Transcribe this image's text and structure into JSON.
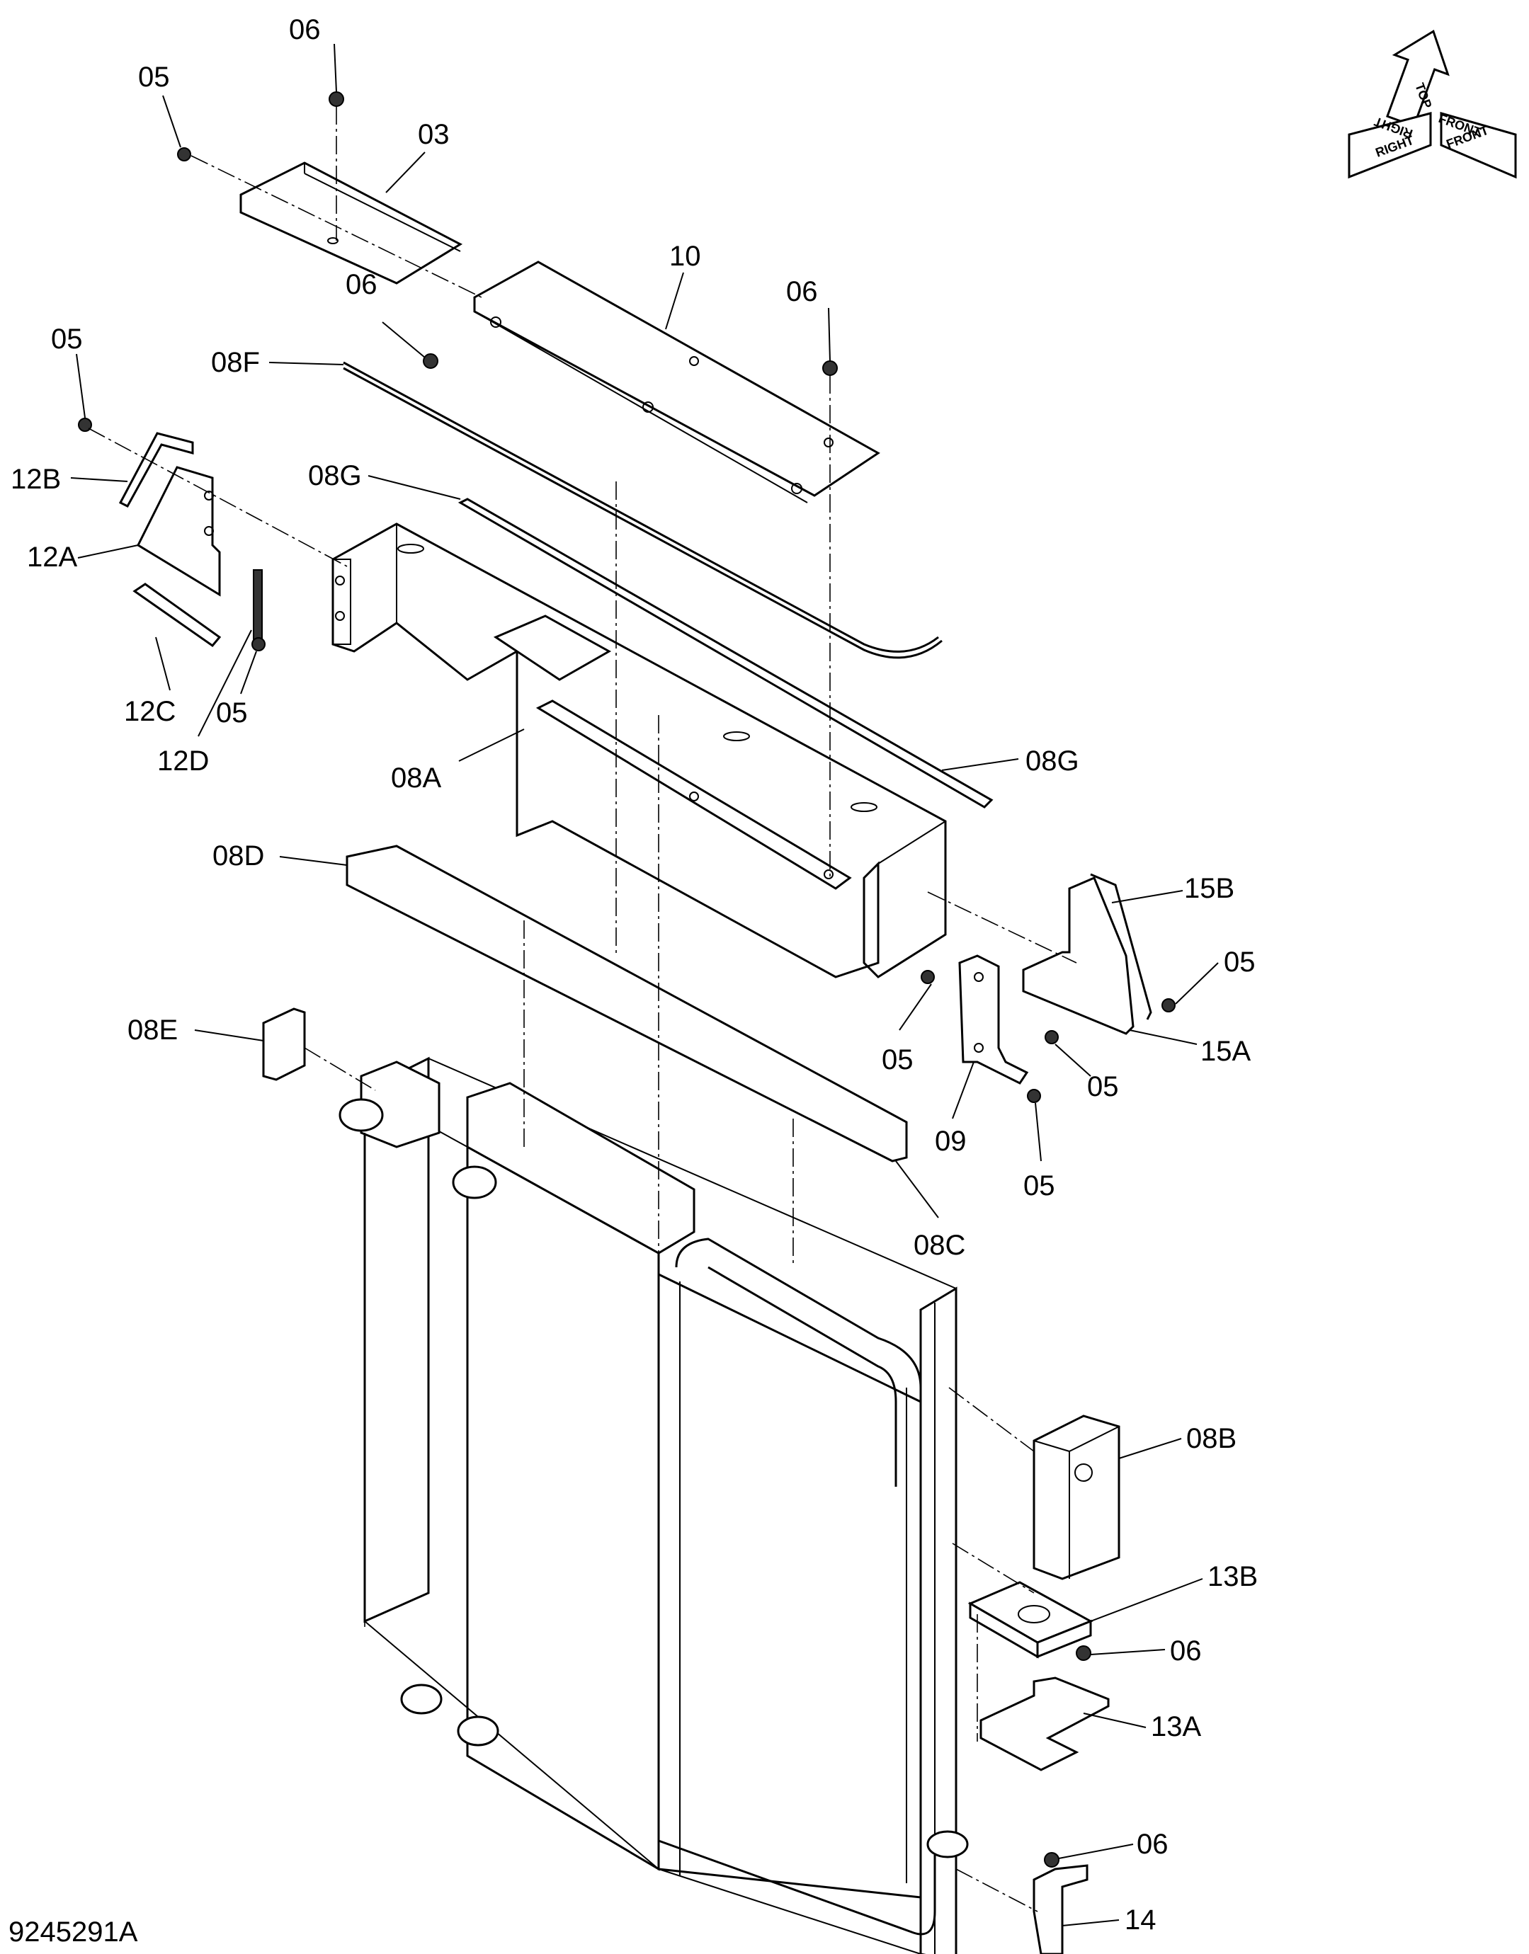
{
  "drawing": {
    "code": "9245291A",
    "orientation_labels": [
      "TOP",
      "FRONT",
      "RIGHT",
      "FRONT",
      "RIGHT"
    ]
  },
  "callouts": [
    {
      "id": "c1",
      "text": "06"
    },
    {
      "id": "c2",
      "text": "05"
    },
    {
      "id": "c3",
      "text": "03"
    },
    {
      "id": "c4",
      "text": "10"
    },
    {
      "id": "c5",
      "text": "06"
    },
    {
      "id": "c6",
      "text": "06"
    },
    {
      "id": "c7",
      "text": "05"
    },
    {
      "id": "c8",
      "text": "08F"
    },
    {
      "id": "c9",
      "text": "12B"
    },
    {
      "id": "c10",
      "text": "08G"
    },
    {
      "id": "c11",
      "text": "12A"
    },
    {
      "id": "c12",
      "text": "12C"
    },
    {
      "id": "c13",
      "text": "05"
    },
    {
      "id": "c14",
      "text": "12D"
    },
    {
      "id": "c15",
      "text": "08A"
    },
    {
      "id": "c16",
      "text": "08G"
    },
    {
      "id": "c17",
      "text": "08D"
    },
    {
      "id": "c18",
      "text": "15B"
    },
    {
      "id": "c19",
      "text": "05"
    },
    {
      "id": "c20",
      "text": "08E"
    },
    {
      "id": "c21",
      "text": "05"
    },
    {
      "id": "c22",
      "text": "05"
    },
    {
      "id": "c23",
      "text": "15A"
    },
    {
      "id": "c24",
      "text": "09"
    },
    {
      "id": "c25",
      "text": "05"
    },
    {
      "id": "c26",
      "text": "08C"
    },
    {
      "id": "c27",
      "text": "08B"
    },
    {
      "id": "c28",
      "text": "13B"
    },
    {
      "id": "c29",
      "text": "06"
    },
    {
      "id": "c30",
      "text": "13A"
    },
    {
      "id": "c31",
      "text": "06"
    },
    {
      "id": "c32",
      "text": "14"
    }
  ]
}
